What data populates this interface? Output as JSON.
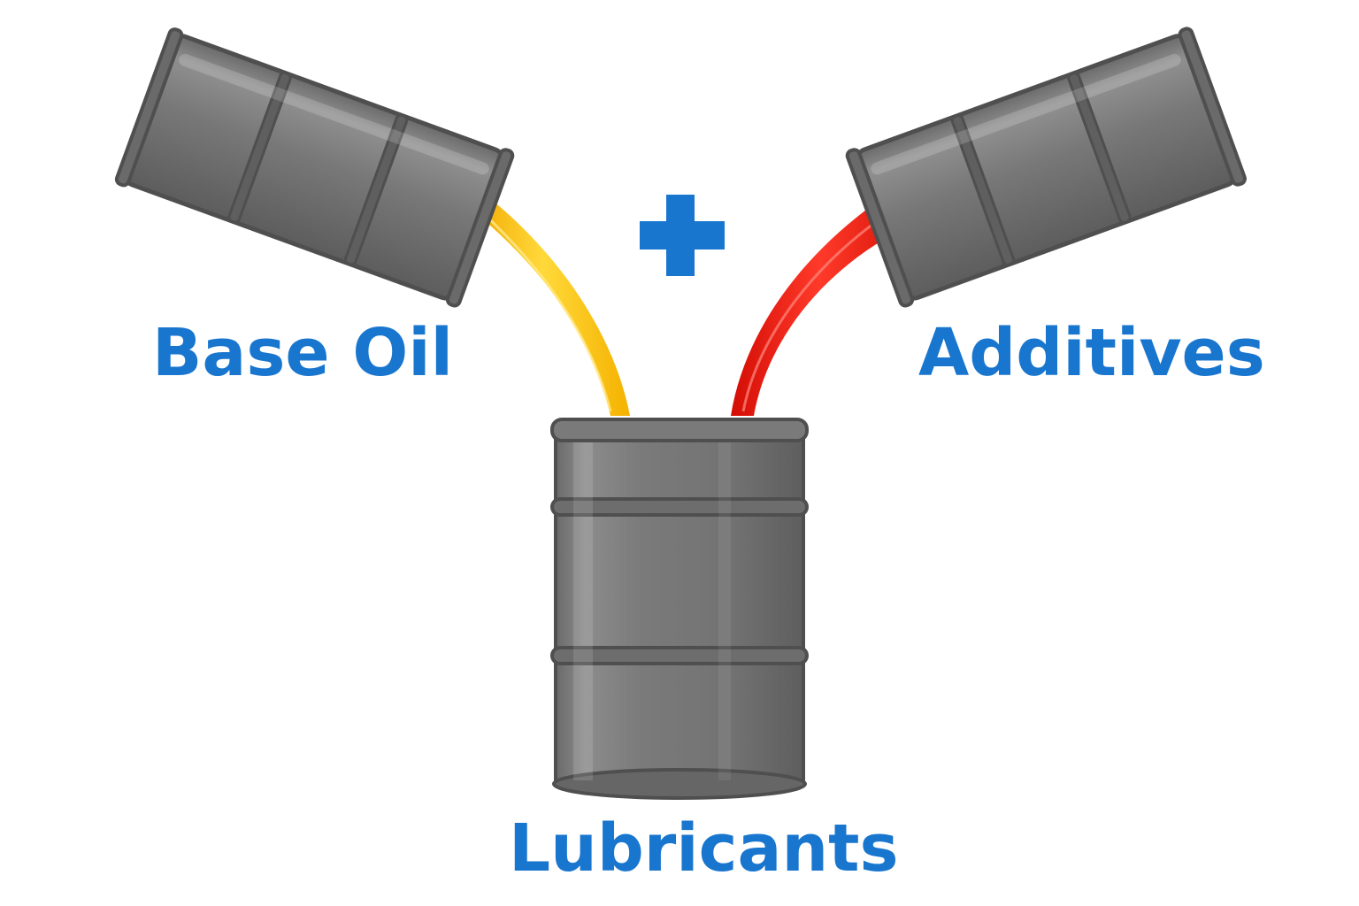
{
  "colors": {
    "label_text": "#1976cf",
    "plus_sign": "#1976cf",
    "drum_body": "#777777",
    "drum_rim": "#5f5f5f",
    "base_oil_stream": "#ffc515",
    "additives_stream": "#ee1c12",
    "background": "#ffffff"
  },
  "icons": {
    "base_oil_drum": "oil-drum-icon",
    "additives_drum": "oil-drum-icon",
    "result_drum": "oil-drum-icon",
    "operator": "plus-icon"
  },
  "labels": {
    "base_oil": "Base Oil",
    "additives": "Additives",
    "result": "Lubricants"
  }
}
